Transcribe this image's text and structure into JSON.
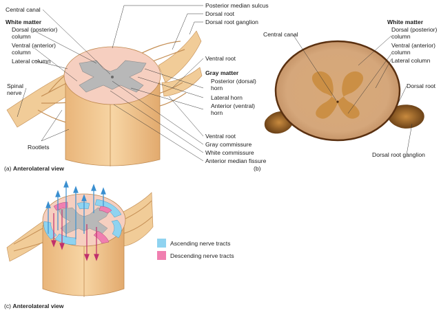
{
  "panel_a": {
    "labels": {
      "central_canal": "Central canal",
      "white_matter": "White matter",
      "dorsal_posterior_column_1": "Dorsal (posterior)",
      "dorsal_posterior_column_2": "column",
      "ventral_anterior_column_1": "Ventral (anterior)",
      "ventral_anterior_column_2": "column",
      "lateral_column": "Lateral column",
      "spinal_nerve_1": "Spinal",
      "spinal_nerve_2": "nerve",
      "rootlets": "Rootlets",
      "posterior_median_sulcus": "Posterior median sulcus",
      "dorsal_root": "Dorsal root",
      "dorsal_root_ganglion": "Dorsal root ganglion",
      "ventral_root": "Ventral root",
      "gray_matter": "Gray matter",
      "posterior_dorsal_horn_1": "Posterior (dorsal)",
      "posterior_dorsal_horn_2": "horn",
      "lateral_horn": "Lateral horn",
      "anterior_ventral_horn_1": "Anterior (ventral)",
      "anterior_ventral_horn_2": "horn",
      "ventral_root_lower": "Ventral root",
      "gray_commissure": "Gray commissure",
      "white_commissure": "White commissure",
      "anterior_median_fissure": "Anterior median fissure"
    },
    "caption_letter": "(a)",
    "caption_text": "Anterolateral view"
  },
  "panel_b": {
    "labels": {
      "central_canal": "Central canal",
      "white_matter": "White matter",
      "dorsal_posterior_column_1": "Dorsal (posterior)",
      "dorsal_posterior_column_2": "column",
      "ventral_anterior_column_1": "Ventral (anterior)",
      "ventral_anterior_column_2": "column",
      "lateral_column": "Lateral column",
      "dorsal_root": "Dorsal root",
      "dorsal_root_ganglion": "Dorsal root ganglion"
    },
    "caption_letter": "(b)"
  },
  "panel_c": {
    "legend": [
      {
        "label": "Ascending nerve tracts",
        "color": "#8fd3f0"
      },
      {
        "label": "Descending nerve tracts",
        "color": "#f07fb0"
      }
    ],
    "caption_letter": "(c)",
    "caption_text": "Anterolateral view"
  },
  "colors": {
    "white_matter": "#f6cfc0",
    "gray_matter": "#b8b8b8",
    "tissue": "#f0c58e",
    "tissue_dark": "#d9a468",
    "ascending": "#8fd3f0",
    "descending": "#f07fb0"
  }
}
